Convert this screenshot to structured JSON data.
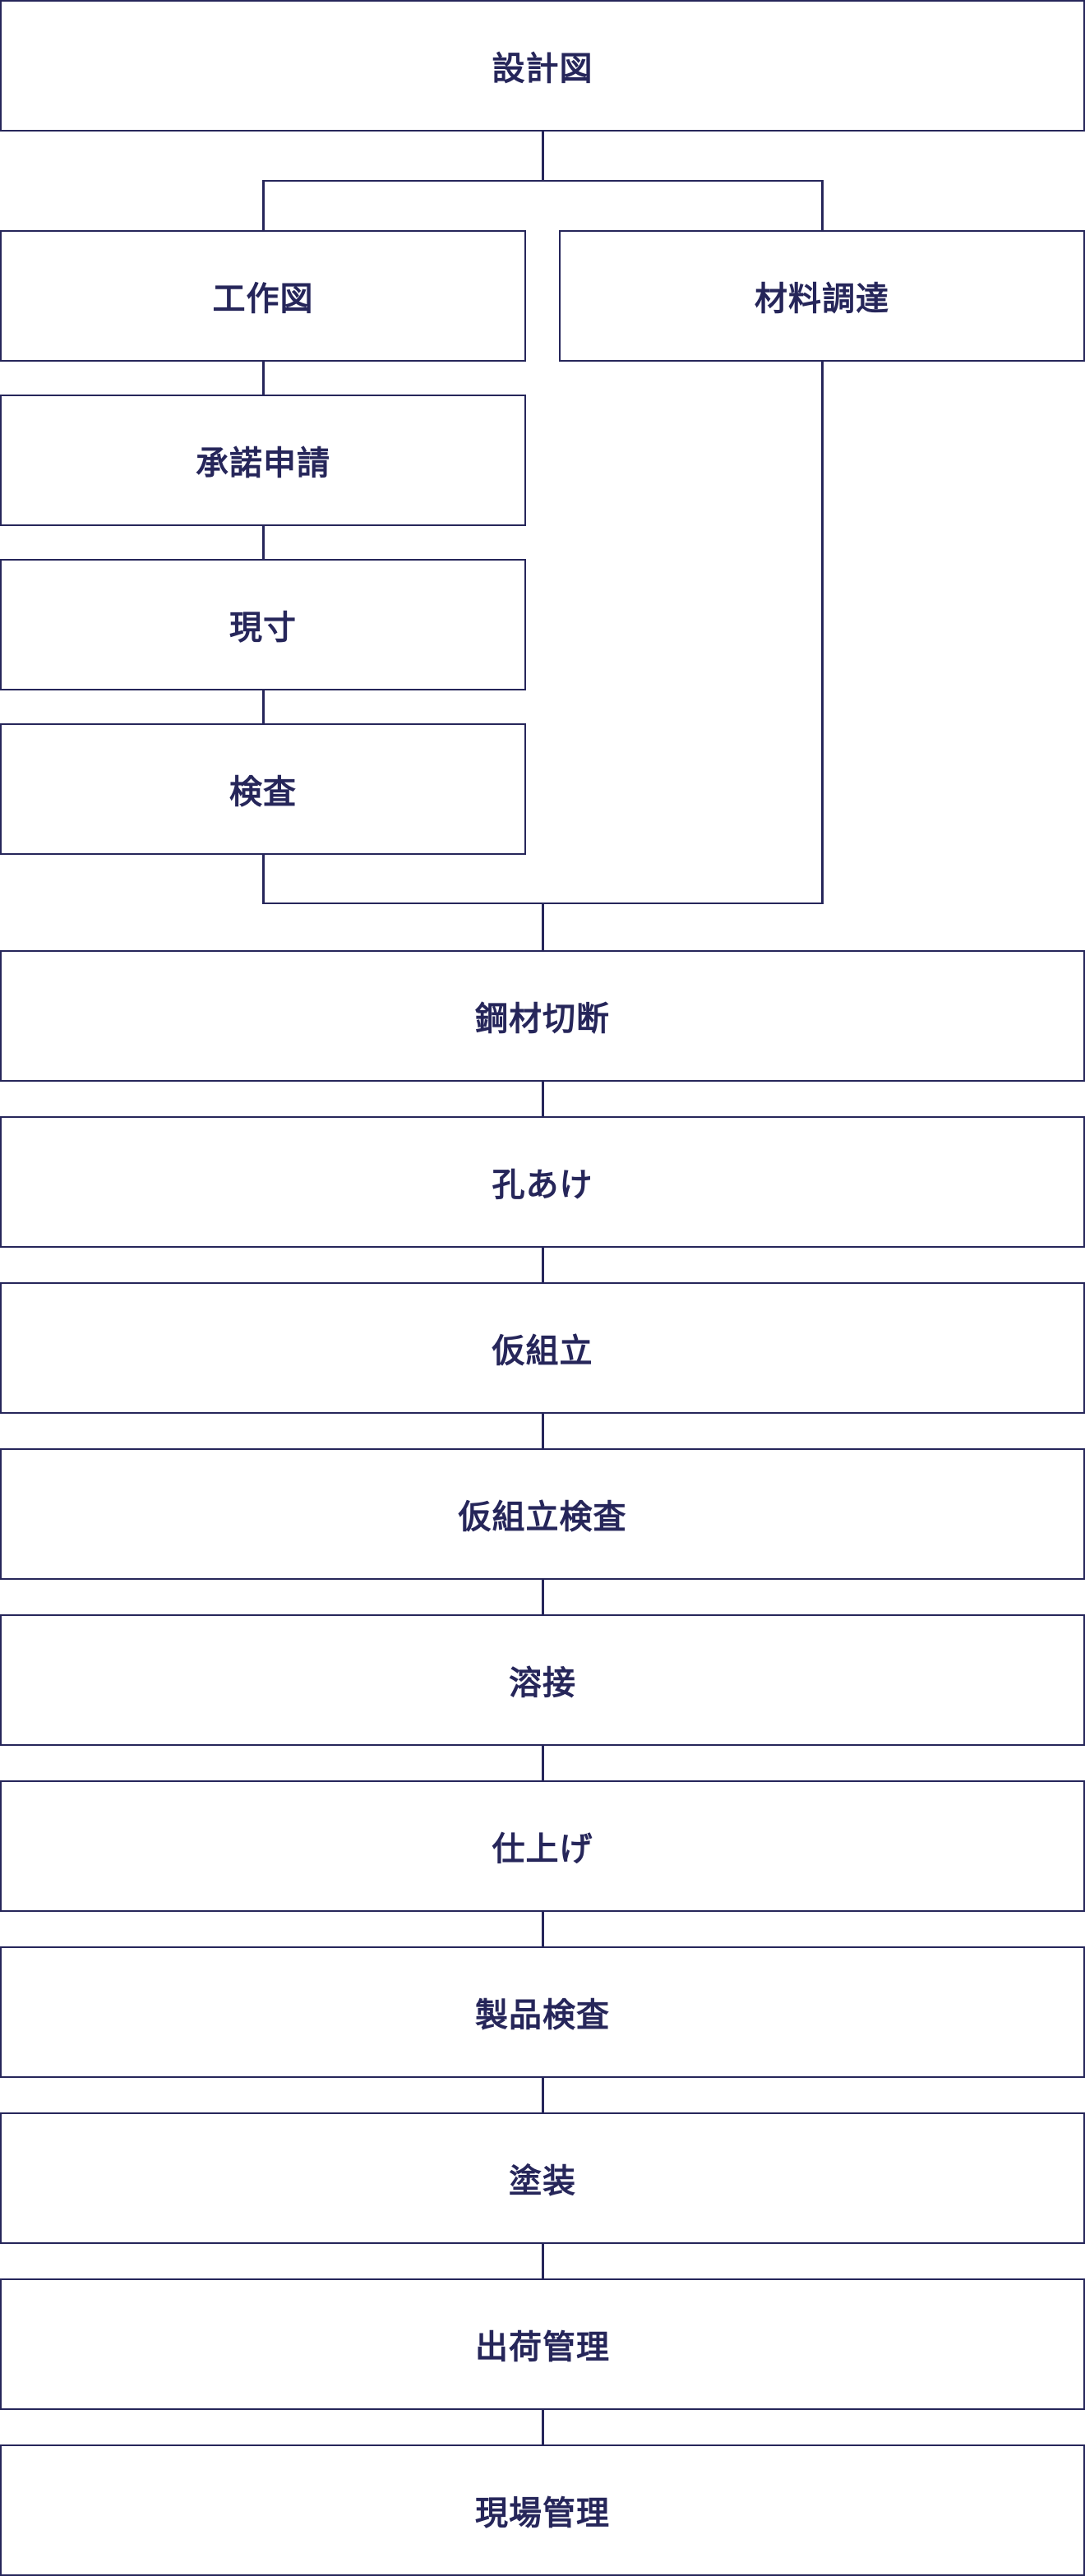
{
  "colors": {
    "stroke": "#26265a",
    "text": "#26265a",
    "background": "#ffffff"
  },
  "steps": {
    "design": "設計図",
    "shop_drawing": "工作図",
    "approval": "承諾申請",
    "full_scale": "現寸",
    "inspection": "検査",
    "material": "材料調達",
    "cutting": "鋼材切断",
    "drilling": "孔あけ",
    "trial_assembly": "仮組立",
    "trial_assembly_inspection": "仮組立検査",
    "welding": "溶接",
    "finishing": "仕上げ",
    "product_inspection": "製品検査",
    "painting": "塗装",
    "shipping": "出荷管理",
    "site": "現場管理"
  }
}
